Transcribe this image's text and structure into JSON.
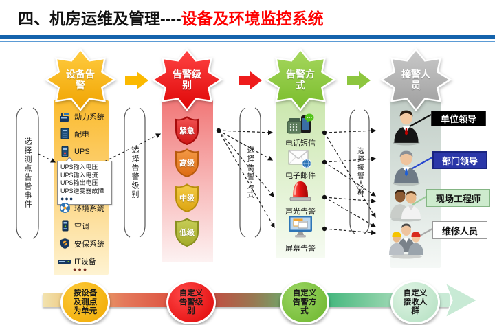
{
  "header": {
    "title_black": "四、机房运维及管理----",
    "title_red": "设备及环境监控系统"
  },
  "badges": [
    {
      "lines": [
        "设备告",
        "警"
      ],
      "color": "#F7A900"
    },
    {
      "lines": [
        "告警级",
        "别"
      ],
      "color": "#EB0F0F"
    },
    {
      "lines": [
        "告警方",
        "式"
      ],
      "color": "#84C333"
    },
    {
      "lines": [
        "接警人",
        "员"
      ],
      "color": "#ABABAB"
    }
  ],
  "col1": {
    "bracket": "选择测点告警事件",
    "items": [
      {
        "icon": "power-system-icon",
        "label": "动力系统"
      },
      {
        "icon": "distribution-icon",
        "label": "配电"
      },
      {
        "icon": "ups-icon",
        "label": "UPS"
      },
      {
        "icon": "environment-icon",
        "label": "环境系统"
      },
      {
        "icon": "air-conditioner-icon",
        "label": "空调"
      },
      {
        "icon": "security-icon",
        "label": "安保系统"
      },
      {
        "icon": "it-device-icon",
        "label": "IT设备"
      }
    ],
    "callout": {
      "lines": [
        "UPS输入电压",
        "UPS输入电流",
        "UPS输出电压",
        "UPS逆变器故障"
      ],
      "more": "●●●"
    },
    "more": "●●●"
  },
  "col2": {
    "bracket": "选择告警级别",
    "shields": [
      {
        "label": "紧急",
        "color": "#E82A2A"
      },
      {
        "label": "高级",
        "color": "#ED7D23"
      },
      {
        "label": "中级",
        "color": "#EDB823"
      },
      {
        "label": "低级",
        "color": "#B8BE3E"
      }
    ]
  },
  "col3": {
    "bracket": "选择告警方式",
    "items": [
      {
        "icon": "phone-sms-icon",
        "label": "电话短信"
      },
      {
        "icon": "email-icon",
        "label": "电子邮件"
      },
      {
        "icon": "sound-light-alarm-icon",
        "label": "声光告警"
      },
      {
        "icon": "screen-alarm-icon",
        "label": "屏幕告警"
      }
    ]
  },
  "col4": {
    "bracket": "选择接警人群",
    "people": [
      {
        "icon": "unit-leader-icon",
        "label": "单位领导",
        "box_color": "#000000"
      },
      {
        "icon": "department-leader-icon",
        "label": "部门领导",
        "box_color": "#2B37A8"
      },
      {
        "icon": "site-engineer-icon",
        "label": "现场工程师",
        "box_color": "#CDEBCD"
      },
      {
        "icon": "maintenance-staff-icon",
        "label": "维修人员",
        "box_color": "#FFFFFF"
      }
    ]
  },
  "bottom": {
    "circles": [
      {
        "lines": [
          "按设备",
          "及测点",
          "为单元"
        ],
        "color": "#F2B705"
      },
      {
        "lines": [
          "自定义",
          "告警级",
          "别"
        ],
        "color": "#EE1111"
      },
      {
        "lines": [
          "自定义",
          "告警方",
          "式"
        ],
        "color": "#7DC142"
      },
      {
        "lines": [
          "自定义",
          "接收人",
          "群"
        ],
        "color": "#C5E8CD"
      }
    ]
  },
  "colors": {
    "header_rule_dark": "#1463AC",
    "header_rule_light": "#5B9BD5",
    "title_accent": "#FE0000"
  }
}
